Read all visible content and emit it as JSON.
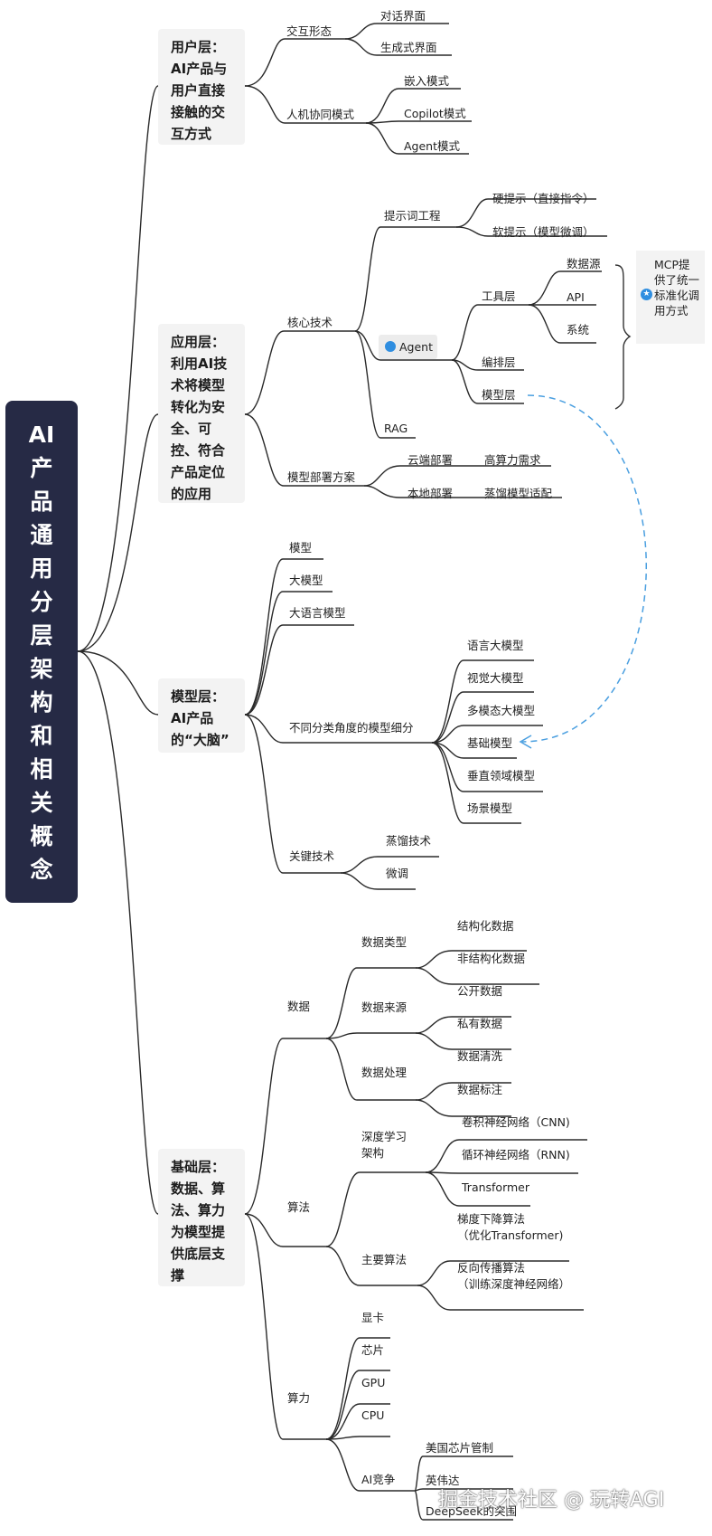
{
  "root": "AI产品通用分层架构和相关概念",
  "layers": {
    "user": "用户层：AI产品与用户直接接触的交互方式",
    "app": "应用层：利用AI技术将模型转化为安全、可控、符合产品定位的应用",
    "model": "模型层：AI产品的“大脑”",
    "infra": "基础层：数据、算法、算力为模型提供底层支撑"
  },
  "user": {
    "interaction_form": "交互形态",
    "dialog_ui": "对话界面",
    "generative_ui": "生成式界面",
    "collab_mode": "人机协同模式",
    "embedded": "嵌入模式",
    "copilot": "Copilot模式",
    "agent": "Agent模式"
  },
  "app": {
    "core_tech": "核心技术",
    "prompt_eng": "提示词工程",
    "hard_prompt": "硬提示（直接指令）",
    "soft_prompt": "软提示（模型微调）",
    "agent": "Agent",
    "tool_layer": "工具层",
    "data_source": "数据源",
    "api": "API",
    "system": "系统",
    "orchestration": "编排层",
    "model_layer": "模型层",
    "rag": "RAG",
    "deploy": "模型部署方案",
    "cloud": "云端部署",
    "compute": "高算力需求",
    "local": "本地部署",
    "distill_adapt": "蒸馏模型适配",
    "mcp_note": "MCP提供了统一标准化调用方式"
  },
  "model": {
    "model": "模型",
    "big_model": "大模型",
    "llm": "大语言模型",
    "classify": "不同分类角度的模型细分",
    "lang": "语言大模型",
    "vision": "视觉大模型",
    "multimodal": "多模态大模型",
    "foundation": "基础模型",
    "vertical": "垂直领域模型",
    "scene": "场景模型",
    "key_tech": "关键技术",
    "distill": "蒸馏技术",
    "finetune": "微调"
  },
  "infra": {
    "data": "数据",
    "data_type": "数据类型",
    "structured": "结构化数据",
    "unstructured": "非结构化数据",
    "data_source": "数据来源",
    "public": "公开数据",
    "private": "私有数据",
    "data_proc": "数据处理",
    "cleaning": "数据清洗",
    "labeling": "数据标注",
    "algo": "算法",
    "dl_arch_1": "深度学习",
    "dl_arch_2": "架构",
    "cnn": "卷积神经网络（CNN)",
    "rnn": "循环神经网络（RNN)",
    "transformer": "Transformer",
    "main_algo": "主要算法",
    "gd_1": "梯度下降算法",
    "gd_2": "（优化Transformer)",
    "bp_1": "反向传播算法",
    "bp_2": "（训练深度神经网络）",
    "compute": "算力",
    "gpu_card": "显卡",
    "chip": "芯片",
    "gpu": "GPU",
    "cpu": "CPU",
    "competition": "AI竞争",
    "us_chip": "美国芯片管制",
    "nvidia": "英伟达",
    "deepseek": "DeepSeek的突围"
  },
  "watermark": "掘金技术社区 @ 玩转AGI",
  "colors": {
    "root_bg": "#262a45",
    "line": "#2a2a2a",
    "dashed_arrow": "#4a9fe0",
    "box_bg": "#f3f3f3"
  }
}
